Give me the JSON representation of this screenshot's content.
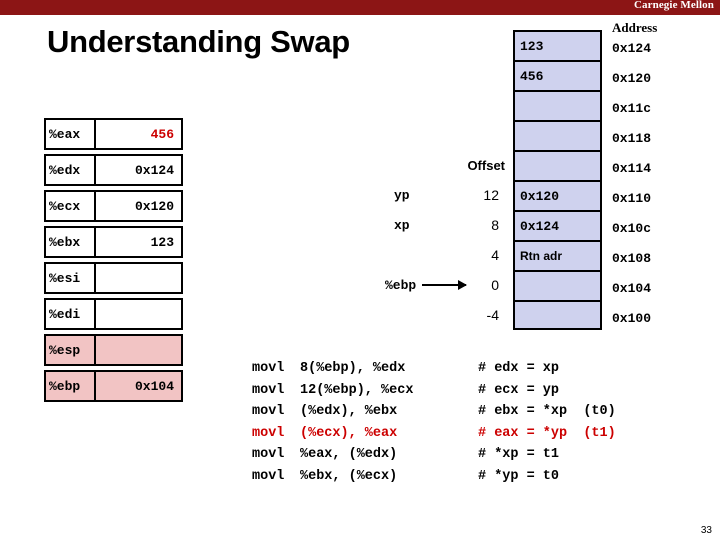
{
  "brand": {
    "name": "Carnegie Mellon",
    "bar_color": "#8C1515"
  },
  "slide": {
    "title": "Understanding Swap",
    "page_number": "33"
  },
  "registers": {
    "rows": [
      {
        "name": "%eax",
        "value": "456",
        "highlight": false,
        "value_color": "#CC0000"
      },
      {
        "name": "%edx",
        "value": "0x124",
        "highlight": false,
        "value_color": "#000000"
      },
      {
        "name": "%ecx",
        "value": "0x120",
        "highlight": false,
        "value_color": "#000000"
      },
      {
        "name": "%ebx",
        "value": "123",
        "highlight": false,
        "value_color": "#000000"
      },
      {
        "name": "%esi",
        "value": "",
        "highlight": false,
        "value_color": "#000000"
      },
      {
        "name": "%edi",
        "value": "",
        "highlight": false,
        "value_color": "#000000"
      },
      {
        "name": "%esp",
        "value": "",
        "highlight": true,
        "value_color": "#000000"
      },
      {
        "name": "%ebp",
        "value": "0x104",
        "highlight": true,
        "value_color": "#000000"
      }
    ],
    "highlight_color": "#F2C4C4"
  },
  "memory": {
    "address_header": "Address",
    "cell_color": "#CFD2EE",
    "cells": [
      {
        "value": "123",
        "address": "0x124"
      },
      {
        "value": "456",
        "address": "0x120"
      },
      {
        "value": "",
        "address": "0x11c"
      },
      {
        "value": "",
        "address": "0x118"
      },
      {
        "value": "",
        "address": "0x114"
      },
      {
        "value": "0x120",
        "address": "0x110"
      },
      {
        "value": "0x124",
        "address": "0x10c"
      },
      {
        "value": "Rtn adr",
        "address": "0x108"
      },
      {
        "value": "",
        "address": "0x104"
      },
      {
        "value": "",
        "address": "0x100"
      }
    ]
  },
  "offsets": {
    "header": "Offset",
    "pointer_label": "%ebp",
    "rows": [
      {
        "tag": "yp",
        "offset": "12"
      },
      {
        "tag": "xp",
        "offset": "8"
      },
      {
        "tag": "",
        "offset": "4"
      },
      {
        "tag": "",
        "offset": "0"
      },
      {
        "tag": "",
        "offset": "-4"
      }
    ]
  },
  "assembly": {
    "highlight_color": "#CC0000",
    "lines": [
      {
        "op": "movl",
        "args": "8(%ebp), %edx",
        "comment": "# edx = xp",
        "highlighted": false
      },
      {
        "op": "movl",
        "args": "12(%ebp), %ecx",
        "comment": "# ecx = yp",
        "highlighted": false
      },
      {
        "op": "movl",
        "args": "(%edx), %ebx",
        "comment": "# ebx = *xp  (t0)",
        "highlighted": false
      },
      {
        "op": "movl",
        "args": "(%ecx), %eax",
        "comment": "# eax = *yp  (t1)",
        "highlighted": true
      },
      {
        "op": "movl",
        "args": "%eax, (%edx)",
        "comment": "# *xp = t1",
        "highlighted": false
      },
      {
        "op": "movl",
        "args": "%ebx, (%ecx)",
        "comment": "# *yp = t0",
        "highlighted": false
      }
    ]
  }
}
